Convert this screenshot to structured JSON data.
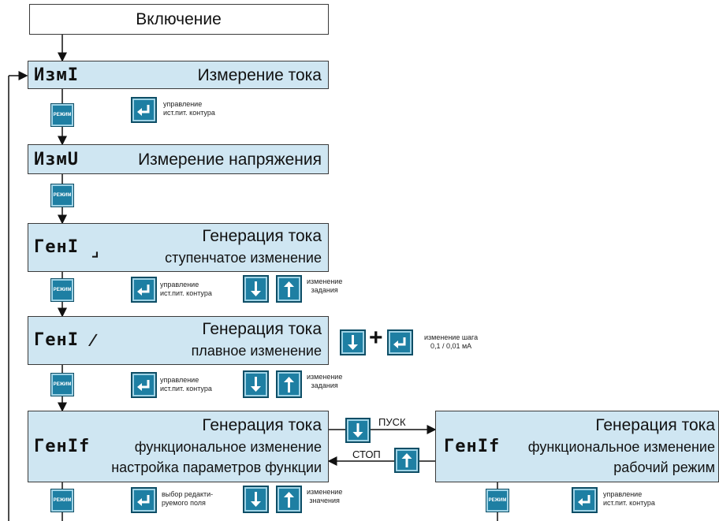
{
  "start_box": "Включение",
  "states": [
    {
      "code": "ИзмI",
      "title": "Измерение тока",
      "subtitle": "",
      "subtitle2": ""
    },
    {
      "code": "ИзмU",
      "title": "Измерение напряжения",
      "subtitle": "",
      "subtitle2": ""
    },
    {
      "code": "ГенI",
      "title": "Генерация тока",
      "subtitle": "ступенчатое изменение",
      "subtitle2": ""
    },
    {
      "code": "ГенI",
      "title": "Генерация тока",
      "subtitle": "плавное изменение",
      "subtitle2": ""
    },
    {
      "code": "ГенIf",
      "title": "Генерация тока",
      "subtitle": "функциональное изменение",
      "subtitle2": "настройка параметров функции"
    },
    {
      "code": "ГенIf",
      "title": "Генерация тока",
      "subtitle": "функциональное изменение",
      "subtitle2": "рабочий режим"
    }
  ],
  "mode_key": "РЕЖИМ",
  "notes": {
    "source_control_1": "управление",
    "source_control_2": "ист.пит. контура",
    "setpoint_1": "изменение",
    "setpoint_2": "задания",
    "step_1": "изменение шага",
    "step_2": "0,1 / 0,01 мА",
    "field_select_1": "выбор редакти-",
    "field_select_2": "руемого поля",
    "value_1": "изменение",
    "value_2": "значения"
  },
  "transitions": {
    "start": "ПУСК",
    "stop": "СТОП"
  },
  "colors": {
    "state_fill": "#cfe6f2",
    "key_fill": "#1e7fa3",
    "border": "#3a3a3a"
  }
}
